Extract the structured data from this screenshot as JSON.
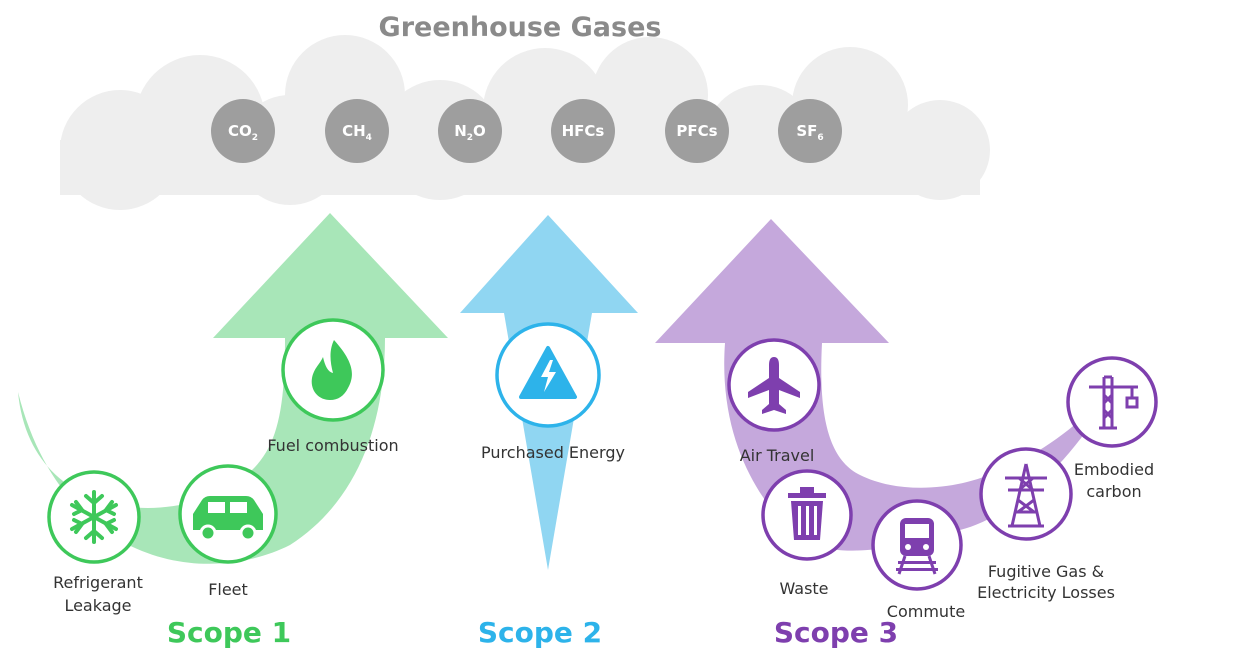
{
  "title": "Greenhouse Gases",
  "gases": [
    {
      "base": "CO",
      "sub": "2"
    },
    {
      "base": "CH",
      "sub": "4"
    },
    {
      "base": "N",
      "sub": "2",
      "tail": "O"
    },
    {
      "base": "HFCs"
    },
    {
      "base": "PFCs"
    },
    {
      "base": "SF",
      "sub": "6"
    }
  ],
  "scope1": {
    "label": "Scope 1",
    "color": "#3ec85a",
    "items": [
      "Refrigerant",
      "Leakage",
      "Fleet",
      "Fuel combustion"
    ]
  },
  "scope2": {
    "label": "Scope 2",
    "color": "#2db3ea",
    "items": [
      "Purchased Energy"
    ]
  },
  "scope3": {
    "label": "Scope 3",
    "color": "#7e3fae",
    "items": [
      "Air Travel",
      "Waste",
      "Commute",
      "Fugitive Gas &",
      "Electricity Losses",
      "Embodied",
      "carbon"
    ]
  },
  "icons": [
    "snowflake-icon",
    "car-icon",
    "flame-icon",
    "lightning-icon",
    "airplane-icon",
    "trash-icon",
    "train-icon",
    "power-pylon-icon",
    "crane-icon"
  ]
}
